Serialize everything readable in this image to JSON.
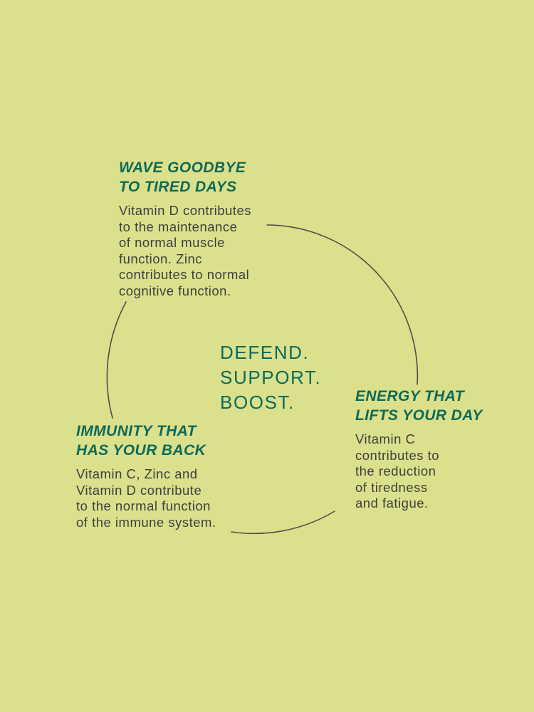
{
  "colors": {
    "background": "#dbe08d",
    "heading_teal": "#0d6a57",
    "body_text": "#3b403a",
    "arc_line": "#4c4f48"
  },
  "center_tagline": "DEFEND.\nSUPPORT.\nBOOST.",
  "benefits": {
    "tired_days": {
      "heading": "WAVE GOODBYE\nTO TIRED DAYS",
      "body": "Vitamin D contributes\nto the maintenance\nof normal muscle\nfunction. Zinc\ncontributes to normal\ncognitive function."
    },
    "energy": {
      "heading": "ENERGY THAT\nLIFTS YOUR DAY",
      "body": "Vitamin C\ncontributes to\nthe reduction\nof tiredness\nand fatigue."
    },
    "immunity": {
      "heading": "IMMUNITY THAT\nHAS YOUR BACK",
      "body": "Vitamin C, Zinc and\nVitamin D contribute\nto the normal function\nof the immune system."
    }
  }
}
